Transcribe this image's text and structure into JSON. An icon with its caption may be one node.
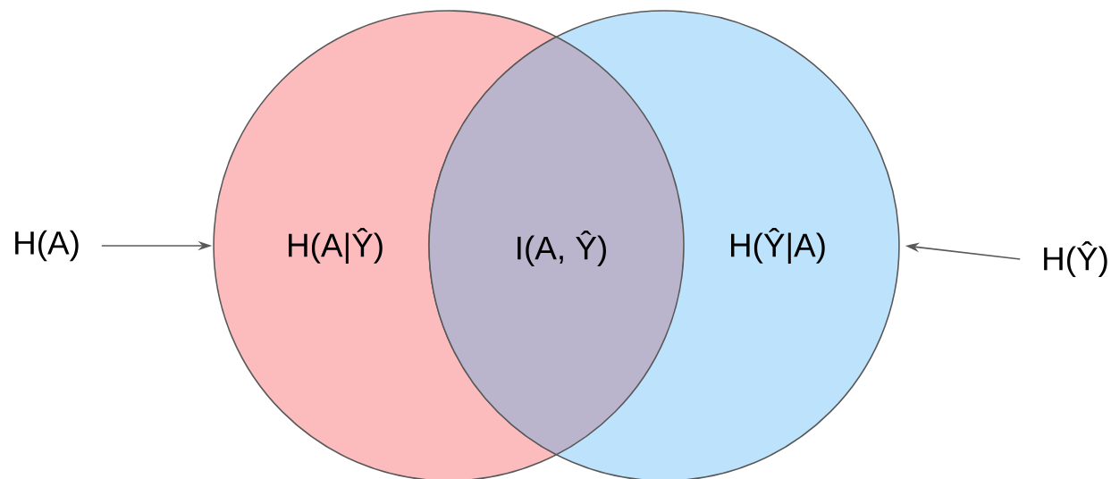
{
  "diagram": {
    "nodes": [
      {
        "text": [
          "H(A)"
        ]
      },
      {
        "text": [
          "H(A|Ŷ)"
        ]
      },
      {
        "text": [
          "H(Ŷ|A)"
        ]
      },
      {
        "text": [
          "H(Ŷ)"
        ]
      }
    ],
    "edges": [
      {
        "from": 0,
        "to": 1,
        "arrow": "to"
      },
      {
        "from": 3,
        "to": 2,
        "arrow": "to"
      }
    ],
    "labels": [
      "I(A, Ŷ)"
    ]
  }
}
